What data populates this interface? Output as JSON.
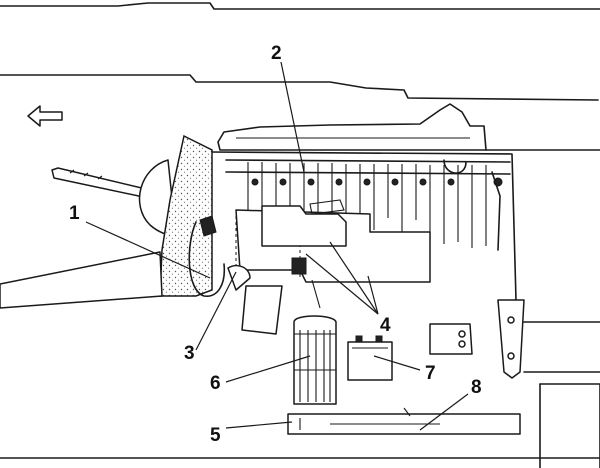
{
  "callouts": [
    {
      "id": "1",
      "label": "1"
    },
    {
      "id": "2",
      "label": "2"
    },
    {
      "id": "3",
      "label": "3"
    },
    {
      "id": "4",
      "label": "4"
    },
    {
      "id": "5",
      "label": "5"
    },
    {
      "id": "6",
      "label": "6"
    },
    {
      "id": "7",
      "label": "7"
    },
    {
      "id": "8",
      "label": "8"
    }
  ],
  "icons": {
    "direction_arrow": "arrow-left-icon"
  },
  "colors": {
    "line": "#1a1a1a",
    "background": "#ffffff"
  }
}
